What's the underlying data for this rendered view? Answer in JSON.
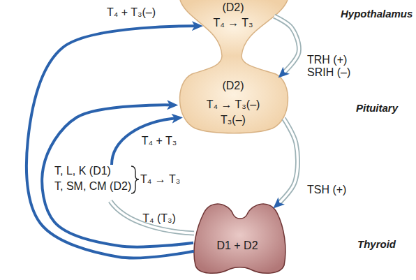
{
  "diagram": {
    "nodes": [
      {
        "text": [
          "(D2)",
          "T₄ → T₃",
          "Hypothalamus"
        ]
      },
      {
        "text": [
          "(D2)",
          "T₄ → T₃(–)",
          "T₃(–)",
          "Pituitary"
        ]
      },
      {
        "text": [
          "D1 + D2",
          "Thyroid"
        ]
      }
    ],
    "edges": [
      {
        "from": 0,
        "to": 1,
        "arrow": "to",
        "label": "TRH (+) SRIH (–)"
      },
      {
        "from": 1,
        "to": 2,
        "arrow": "to",
        "label": "TSH (+)"
      },
      {
        "from": 2,
        "to": 0,
        "arrow": "to",
        "label": "T₄ + T₃(–)"
      },
      {
        "from": 2,
        "to": 1,
        "arrow": "to"
      }
    ],
    "labels": [
      "T₄ + T₃",
      "T, L, K (D1)",
      "T, SM, CM (D2)",
      "T₄ → T₃",
      "T₄ (T₃)"
    ]
  }
}
